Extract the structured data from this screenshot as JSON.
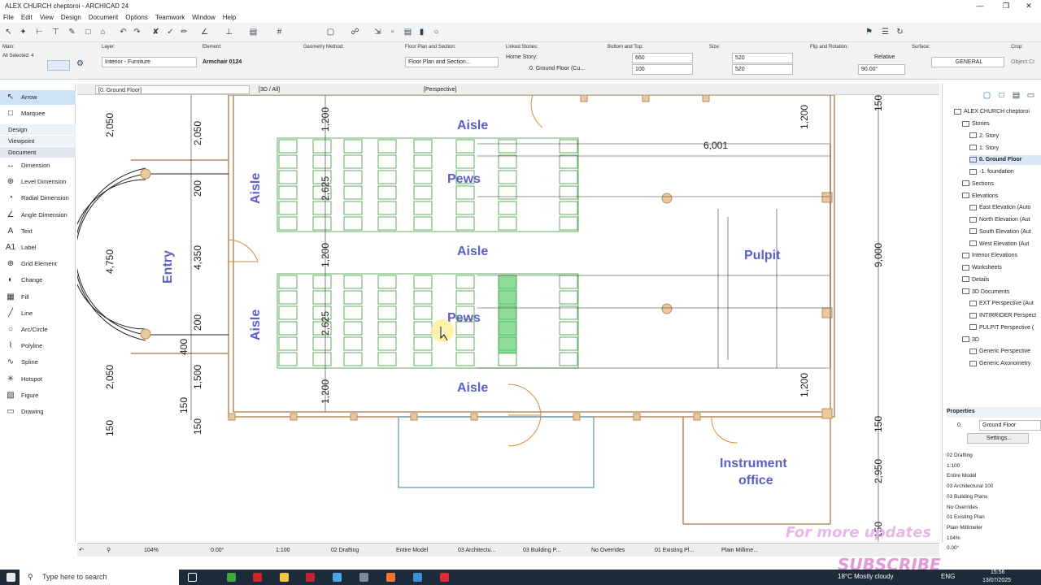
{
  "window": {
    "title": "ALEX CHURCH cheptoroi - ARCHICAD 24"
  },
  "menu": [
    "File",
    "Edit",
    "View",
    "Design",
    "Document",
    "Options",
    "Teamwork",
    "Window",
    "Help"
  ],
  "infobox": {
    "main_label": "Main:",
    "selected": "All Selected: 4",
    "layer_label": "Layer:",
    "layer_value": "Interior - Furniture",
    "element_label": "Element:",
    "element_value": "Armchair 0124",
    "geometry_label": "Geometry Method:",
    "floorplan_label": "Floor Plan and Section:",
    "floorplan_value": "Floor Plan and Section...",
    "linked_label": "Linked Stories:",
    "home_story_label": "Home Story:",
    "home_story_value": "0. Ground Floor (Cu...",
    "bottom_top_label": "Bottom and Top:",
    "bottom_value": "660",
    "top_value": "100",
    "size_label": "Size:",
    "size_w": "520",
    "size_h": "520",
    "flip_label": "Flip and Rotation:",
    "relative": "Relative",
    "angle": "90.00°",
    "surface_label": "Surface:",
    "surface_value": "GENERAL",
    "crop_label": "Crop:",
    "crop_value": "Object Cr"
  },
  "tabs": [
    "[0. Ground Floor]",
    "[3D / All]",
    "[Perspective]"
  ],
  "toolbox": {
    "active": "Arrow",
    "items": [
      {
        "label": "Arrow",
        "icon": "arrow-icon"
      },
      {
        "label": "Marquee",
        "icon": "marquee-icon"
      }
    ],
    "sections": [
      "Design",
      "Viewpoint",
      "Document"
    ],
    "document_tools": [
      {
        "label": "Dimension",
        "icon": "dimension-icon"
      },
      {
        "label": "Level Dimension",
        "icon": "level-dimension-icon"
      },
      {
        "label": "Radial Dimension",
        "icon": "radial-dimension-icon"
      },
      {
        "label": "Angle Dimension",
        "icon": "angle-dimension-icon"
      },
      {
        "label": "Text",
        "icon": "text-icon"
      },
      {
        "label": "Label",
        "icon": "label-icon"
      },
      {
        "label": "Grid Element",
        "icon": "grid-element-icon"
      },
      {
        "label": "Change",
        "icon": "change-icon"
      },
      {
        "label": "Fill",
        "icon": "fill-icon"
      },
      {
        "label": "Line",
        "icon": "line-icon"
      },
      {
        "label": "Arc/Circle",
        "icon": "arc-circle-icon"
      },
      {
        "label": "Polyline",
        "icon": "polyline-icon"
      },
      {
        "label": "Spline",
        "icon": "spline-icon"
      },
      {
        "label": "Hotspot",
        "icon": "hotspot-icon"
      },
      {
        "label": "Figure",
        "icon": "figure-icon"
      },
      {
        "label": "Drawing",
        "icon": "drawing-icon"
      }
    ]
  },
  "plan": {
    "rooms": [
      "Aisle",
      "Pews",
      "Aisle",
      "Pews",
      "Aisle",
      "Aisle",
      "Aisle",
      "Entry",
      "Pulpit",
      "Instrument",
      "office"
    ],
    "dimensions": [
      "2,050",
      "2,050",
      "4,750",
      "4,350",
      "200",
      "200",
      "400",
      "2,050",
      "1,500",
      "150",
      "150",
      "150",
      "1,200",
      "2,625",
      "1,200",
      "2,625",
      "1,200",
      "6,001",
      "1,200",
      "9,000",
      "150",
      "1,200",
      "150",
      "2,950",
      "150"
    ]
  },
  "navigator": {
    "project": "ALEX CHURCH cheptoroi",
    "items": [
      "Stories",
      "2. Story",
      "1. Story",
      "0. Ground Floor",
      "-1. foundation",
      "Sections",
      "Elevations",
      "East Elevation (Auto",
      "North Elevation (Aut",
      "South Elevation (Aut",
      "West Elevation (Aut",
      "Interior Elevations",
      "Worksheets",
      "Details",
      "3D Documents",
      "EXT Perspective (Aut",
      "INTIRRIOER Perspect",
      "PULPIT Perspective (",
      "3D",
      "Generic Perspective",
      "Generic Axonometry"
    ],
    "properties_label": "Properties",
    "prop_story_num": "0.",
    "prop_story_name": "Ground Floor",
    "settings": "Settings...",
    "props": [
      "02 Drafting",
      "1:100",
      "Entire Model",
      "03 Architectural 100",
      "03 Building Plans",
      "No Overrides",
      "01 Existing Plan",
      "Plain Millimeter",
      "104%",
      "0.00°"
    ]
  },
  "status": {
    "zoom": "104%",
    "angle": "0.00°",
    "scale": "1:100",
    "layer_combo": "02 Drafting",
    "model": "Entire Model",
    "pen": "03 Architectu...",
    "mvo": "03 Building P...",
    "override": "No Overrides",
    "reno": "01 Existing Pl...",
    "dim": "Plain Millime..."
  },
  "taskbar": {
    "search": "Type here to search",
    "weather": "18°C  Mostly cloudy",
    "lang": "ENG",
    "time": "15:56",
    "date": "13/07/2025"
  },
  "overlay": {
    "line1": "For more updates",
    "line2": "SUBSCRIBE"
  }
}
